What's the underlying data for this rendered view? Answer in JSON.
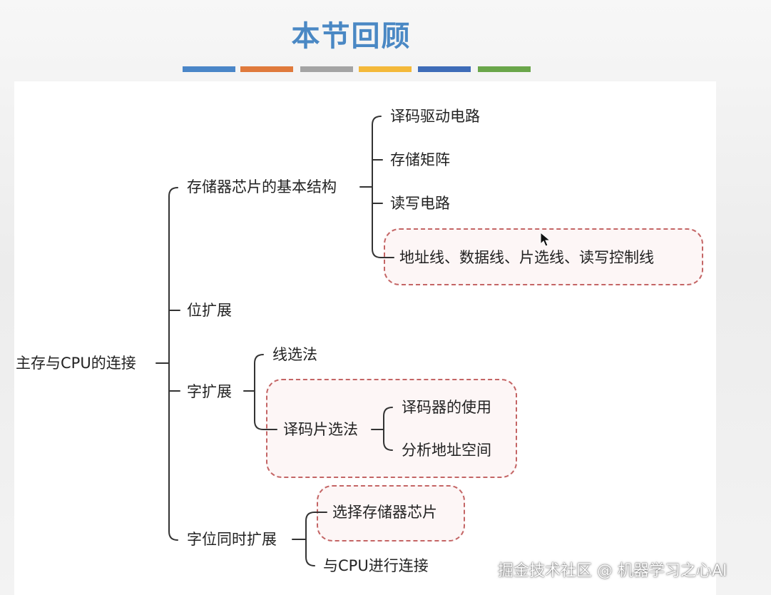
{
  "title": "本节回顾",
  "color_bars": [
    "#4a86c8",
    "#e07a3c",
    "#a4a4a4",
    "#f4b93a",
    "#3e6cb8",
    "#6aa64a"
  ],
  "tree": {
    "root": "主存与CPU的连接",
    "branches": [
      {
        "label": "存储器芯片的基本结构",
        "children": [
          "译码驱动电路",
          "存储矩阵",
          "读写电路",
          "地址线、数据线、片选线、读写控制线"
        ]
      },
      {
        "label": "位扩展"
      },
      {
        "label": "字扩展",
        "children": [
          {
            "label": "线选法"
          },
          {
            "label": "译码片选法",
            "children": [
              "译码器的使用",
              "分析地址空间"
            ]
          }
        ]
      },
      {
        "label": "字位同时扩展",
        "children": [
          "选择存储器芯片",
          "与CPU进行连接"
        ]
      }
    ]
  },
  "watermark": "掘金技术社区 @ 机器学习之心AI"
}
